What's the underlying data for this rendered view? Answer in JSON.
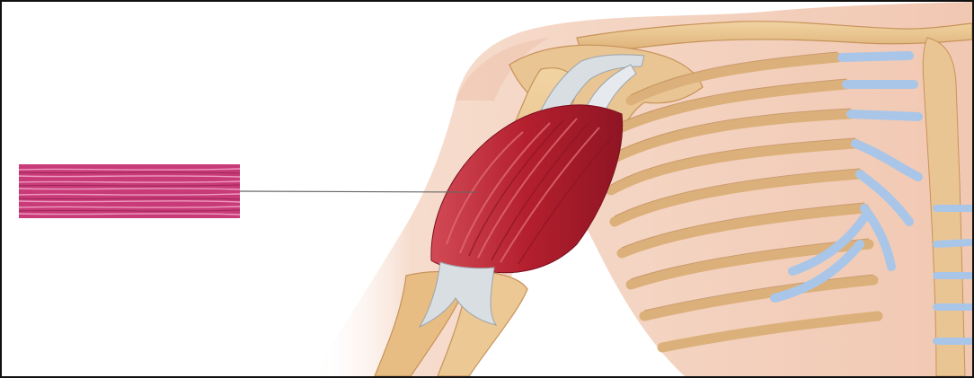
{
  "figure": {
    "structure_labels": [
      "skeletal-muscle-tissue",
      "biceps-brachii",
      "humerus",
      "clavicle",
      "scapula",
      "ribs",
      "costal-cartilage",
      "sternum",
      "radius",
      "ulna",
      "tendon"
    ]
  },
  "colors": {
    "muscle": "#b8202f",
    "muscle_highlight": "#e06a72",
    "tissue_swatch": "#c83a78",
    "bone": "#e7bf86",
    "bone_outline": "#c7935a",
    "cartilage": "#a9c6e8",
    "skin": "#f4d2bf",
    "tendon": "#d9dee3",
    "leader_line": "#666666",
    "border": "#111111"
  }
}
